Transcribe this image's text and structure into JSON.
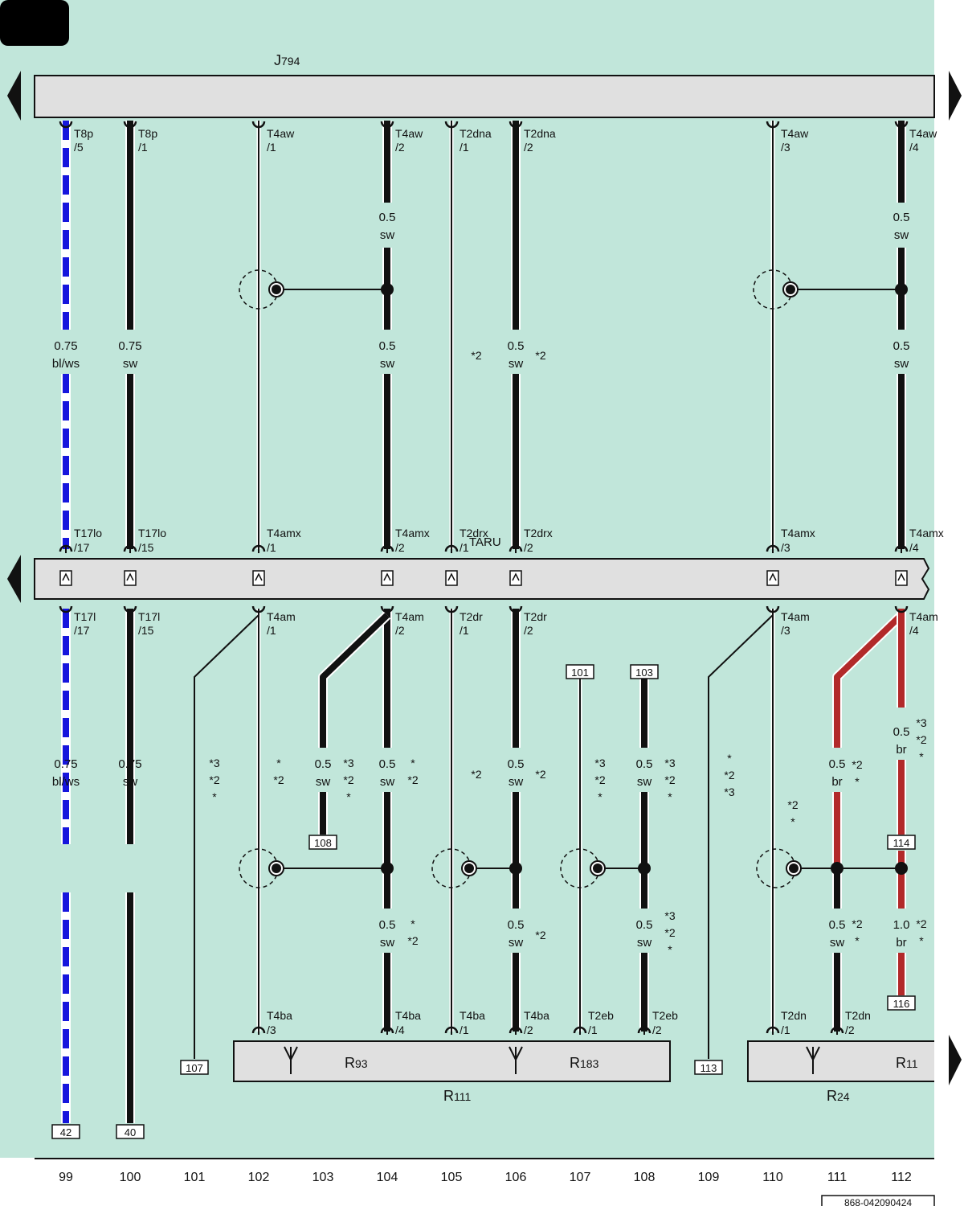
{
  "colors": {
    "background": "#c1e6da",
    "bar": "#e0e0e0",
    "black": "#111111",
    "blue": "#1616dd",
    "red": "#b22a2a"
  },
  "top_device": "J794",
  "middle_connector": "TARU",
  "columns": [
    "99",
    "100",
    "101",
    "102",
    "103",
    "104",
    "105",
    "106",
    "107",
    "108",
    "109",
    "110",
    "111",
    "112"
  ],
  "top_pins": [
    {
      "col": "99",
      "name": "T8p",
      "pin": "/5"
    },
    {
      "col": "100",
      "name": "T8p",
      "pin": "/1"
    },
    {
      "col": "102",
      "name": "T4aw",
      "pin": "/1"
    },
    {
      "col": "104",
      "name": "T4aw",
      "pin": "/2"
    },
    {
      "col": "105",
      "name": "T2dna",
      "pin": "/1"
    },
    {
      "col": "106",
      "name": "T2dna",
      "pin": "/2"
    },
    {
      "col": "110",
      "name": "T4aw",
      "pin": "/3"
    },
    {
      "col": "112",
      "name": "T4aw",
      "pin": "/4"
    }
  ],
  "mid_upper_pins": [
    {
      "col": "99",
      "name": "T17lo",
      "pin": "/17"
    },
    {
      "col": "100",
      "name": "T17lo",
      "pin": "/15"
    },
    {
      "col": "102",
      "name": "T4amx",
      "pin": "/1"
    },
    {
      "col": "104",
      "name": "T4amx",
      "pin": "/2"
    },
    {
      "col": "105",
      "name": "T2drx",
      "pin": "/1"
    },
    {
      "col": "106",
      "name": "T2drx",
      "pin": "/2"
    },
    {
      "col": "110",
      "name": "T4amx",
      "pin": "/3"
    },
    {
      "col": "112",
      "name": "T4amx",
      "pin": "/4"
    }
  ],
  "mid_lower_pins": [
    {
      "col": "99",
      "name": "T17l",
      "pin": "/17"
    },
    {
      "col": "100",
      "name": "T17l",
      "pin": "/15"
    },
    {
      "col": "102",
      "name": "T4am",
      "pin": "/1"
    },
    {
      "col": "104",
      "name": "T4am",
      "pin": "/2"
    },
    {
      "col": "105",
      "name": "T2dr",
      "pin": "/1"
    },
    {
      "col": "106",
      "name": "T2dr",
      "pin": "/2"
    },
    {
      "col": "110",
      "name": "T4am",
      "pin": "/3"
    },
    {
      "col": "112",
      "name": "T4am",
      "pin": "/4"
    }
  ],
  "bottom_pins": [
    {
      "col": "102",
      "name": "T4ba",
      "pin": "/3"
    },
    {
      "col": "104",
      "name": "T4ba",
      "pin": "/4"
    },
    {
      "col": "105",
      "name": "T4ba",
      "pin": "/1"
    },
    {
      "col": "106",
      "name": "T4ba",
      "pin": "/2"
    },
    {
      "col": "107",
      "name": "T2eb",
      "pin": "/1"
    },
    {
      "col": "108",
      "name": "T2eb",
      "pin": "/2"
    },
    {
      "col": "110",
      "name": "T2dn",
      "pin": "/1"
    },
    {
      "col": "111",
      "name": "T2dn",
      "pin": "/2"
    }
  ],
  "wire_labels": [
    {
      "col": "99",
      "size": "0.75",
      "color": "bl/ws",
      "section": "upper"
    },
    {
      "col": "100",
      "size": "0.75",
      "color": "sw",
      "section": "upper"
    },
    {
      "col": "104",
      "size": "0.5",
      "color": "sw",
      "section": "top"
    },
    {
      "col": "104",
      "size": "0.5",
      "color": "sw",
      "section": "upper"
    },
    {
      "col": "106",
      "size": "0.5",
      "color": "sw",
      "section": "upper"
    },
    {
      "col": "112",
      "size": "0.5",
      "color": "sw",
      "section": "top"
    },
    {
      "col": "112",
      "size": "0.5",
      "color": "sw",
      "section": "upper"
    },
    {
      "col": "99",
      "size": "0.75",
      "color": "bl/ws",
      "section": "lower"
    },
    {
      "col": "100",
      "size": "0.75",
      "color": "sw",
      "section": "lower"
    },
    {
      "col": "103",
      "size": "0.5",
      "color": "sw",
      "section": "lower"
    },
    {
      "col": "104",
      "size": "0.5",
      "color": "sw",
      "section": "lower"
    },
    {
      "col": "106",
      "size": "0.5",
      "color": "sw",
      "section": "lower"
    },
    {
      "col": "108",
      "size": "0.5",
      "color": "sw",
      "section": "lower"
    },
    {
      "col": "111",
      "size": "0.5",
      "color": "br",
      "section": "lower"
    },
    {
      "col": "112",
      "size": "0.5",
      "color": "br",
      "section": "lower-high"
    },
    {
      "col": "104",
      "size": "0.5",
      "color": "sw",
      "section": "bottom"
    },
    {
      "col": "106",
      "size": "0.5",
      "color": "sw",
      "section": "bottom"
    },
    {
      "col": "108",
      "size": "0.5",
      "color": "sw",
      "section": "bottom"
    },
    {
      "col": "111",
      "size": "0.5",
      "color": "sw",
      "section": "bottom"
    },
    {
      "col": "112",
      "size": "1.0",
      "color": "br",
      "section": "bottom"
    }
  ],
  "footnotes": [
    "*2",
    "*2",
    "*3 *2 *",
    "* *2",
    "*3 *2 *",
    "* *2",
    "*2",
    "*2",
    "*3 *2 *",
    "*3 *2 *",
    "* *2 *3",
    "*2 *",
    "*2 *",
    "*3 *2 *",
    "* *2",
    "*2",
    "*3 *2 *",
    "*2 *",
    "*2 *"
  ],
  "refs": [
    "101",
    "103",
    "108",
    "114",
    "107",
    "113",
    "116",
    "42",
    "40"
  ],
  "components": [
    {
      "id": "R111",
      "letter": "R",
      "sub": "111"
    },
    {
      "id": "R93",
      "letter": "R",
      "sub": "93"
    },
    {
      "id": "R183",
      "letter": "R",
      "sub": "183"
    },
    {
      "id": "R24",
      "letter": "R",
      "sub": "24"
    },
    {
      "id": "R11",
      "letter": "R",
      "sub": "11"
    }
  ],
  "top_device_parts": {
    "letter": "J",
    "sub": "794"
  },
  "doc_number": "868-042090424"
}
